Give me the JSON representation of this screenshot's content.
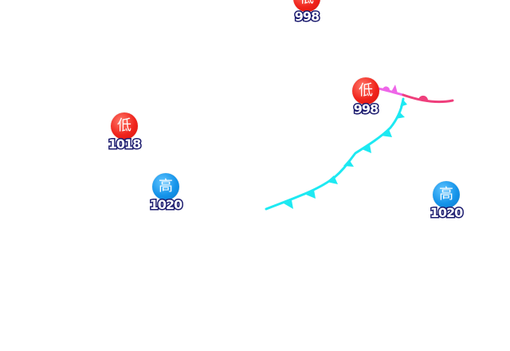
{
  "colors": {
    "low": "#f0241c",
    "high": "#1594ea",
    "pressure_outline": "#1a1a6e",
    "cold_front": "#1de9f2",
    "warm_front": "#ef3f7c",
    "occluded_front": "#ee66e8"
  },
  "pressure_centers": [
    {
      "type": "low",
      "symbol": "低",
      "value": "998"
    },
    {
      "type": "low",
      "symbol": "低",
      "value": "998"
    },
    {
      "type": "low",
      "symbol": "低",
      "value": "1018"
    },
    {
      "type": "high",
      "symbol": "高",
      "value": "1020"
    },
    {
      "type": "high",
      "symbol": "高",
      "value": "1020"
    }
  ],
  "fronts": [
    {
      "type": "cold"
    },
    {
      "type": "warm"
    },
    {
      "type": "occluded"
    }
  ]
}
